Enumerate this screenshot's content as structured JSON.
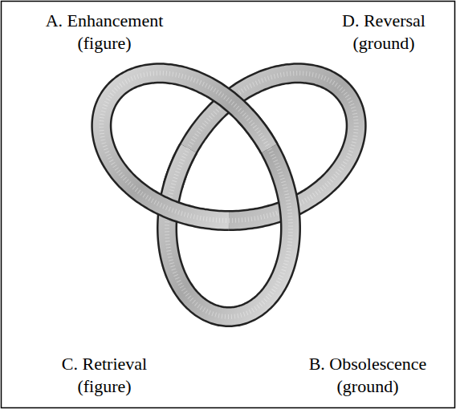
{
  "diagram": {
    "labels": [
      "A. Enhancement (figure)",
      "D. Reversal (ground)",
      "C. Retrieval (figure)",
      "B. Obsolescence (ground)"
    ]
  }
}
